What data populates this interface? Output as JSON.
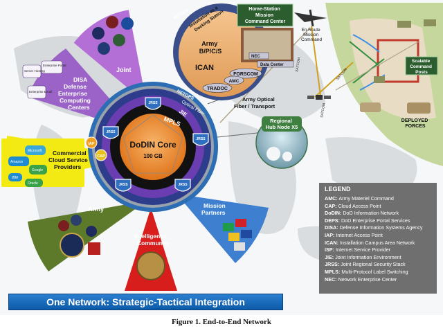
{
  "core": {
    "title": "DoDIN Core",
    "capacity": "100 GB"
  },
  "rings": {
    "netops_outer": "NETOPS",
    "optical": "Optical Fiber",
    "jie": "JIE",
    "mpls": "MPLS"
  },
  "jrss": "JRSS",
  "iap": "IAP",
  "cap": "CAP",
  "sectors": {
    "joint": "Joint",
    "disa": "DISA Defense Enterprise Computing Centers",
    "disa_lines": [
      "DISA",
      "Defense",
      "Enterprise",
      "Computing",
      "Centers"
    ],
    "commercial_lines": [
      "Commercial",
      "Cloud Service",
      "Providers"
    ],
    "army": "Army",
    "intel_lines": [
      "Intelligence",
      "Community"
    ],
    "mission_lines": [
      "Mission",
      "Partners"
    ]
  },
  "disa_items": [
    "Enterprise Portal",
    "Server Hosting",
    "Enterprise Email"
  ],
  "cloud_items": [
    "Microsoft",
    "Amazon",
    "Google",
    "IBM",
    "Oracle"
  ],
  "installation": {
    "netops": "NETOPS",
    "docking_lines": [
      "Installation as a",
      "Docking Station"
    ],
    "home_station_lines": [
      "Home-Station",
      "Mission",
      "Command Center"
    ],
    "army_lines": [
      "Army",
      "B/P/C/S"
    ],
    "ican": "ICAN",
    "nec": "NEC",
    "data_center": "Data Center",
    "forscom": "FORSCOM",
    "amc": "AMC",
    "tradoc": "TRADOC"
  },
  "optical_label_lines": [
    "Army Optical",
    "Fiber / Transport"
  ],
  "hub_lines": [
    "Regional",
    "Hub Node X5"
  ],
  "enroute_lines": [
    "En Route",
    "Mission",
    "Command"
  ],
  "satcom": "SATCOM",
  "scalable_lines": [
    "Scalable",
    "Command",
    "Posts"
  ],
  "deployed_lines": [
    "DEPLOYED",
    "FORCES"
  ],
  "legend": {
    "title": "LEGEND",
    "items": [
      {
        "abbr": "AMC:",
        "text": "Army Materiel Command"
      },
      {
        "abbr": "CAP:",
        "text": "Cloud Access Point"
      },
      {
        "abbr": "DoDIN:",
        "text": "DoD Information Network"
      },
      {
        "abbr": "DEPS:",
        "text": "DoD Enterprise Portal Services"
      },
      {
        "abbr": "DISA:",
        "text": "Defense Information Systems Agency"
      },
      {
        "abbr": "IAP:",
        "text": "Internet Access Point"
      },
      {
        "abbr": "ICAN:",
        "text": "Installation Campus Area Network"
      },
      {
        "abbr": "ISP:",
        "text": "Internet Service Provider"
      },
      {
        "abbr": "JIE:",
        "text": "Joint Information Environment"
      },
      {
        "abbr": "JRSS:",
        "text": "Joint Regional Security Stack"
      },
      {
        "abbr": "MPLS:",
        "text": "Multi-Protocol Label Switching"
      },
      {
        "abbr": "NEC:",
        "text": "Network Enterprise Center"
      }
    ]
  },
  "banner": "One Network: Strategic-Tactical Integration",
  "caption": "Figure 1. End-to-End Network",
  "colors": {
    "joint": "#b36fd6",
    "disa": "#9b63c8",
    "commercial": "#f2ea12",
    "army": "#5c7a2a",
    "intel": "#d81d1d",
    "mission": "#3f7fd0",
    "core": "#f08a24",
    "ring_blue": "#2d6db4",
    "legend_bg": "#6f6f6f",
    "banner": "#1f6fc2"
  }
}
